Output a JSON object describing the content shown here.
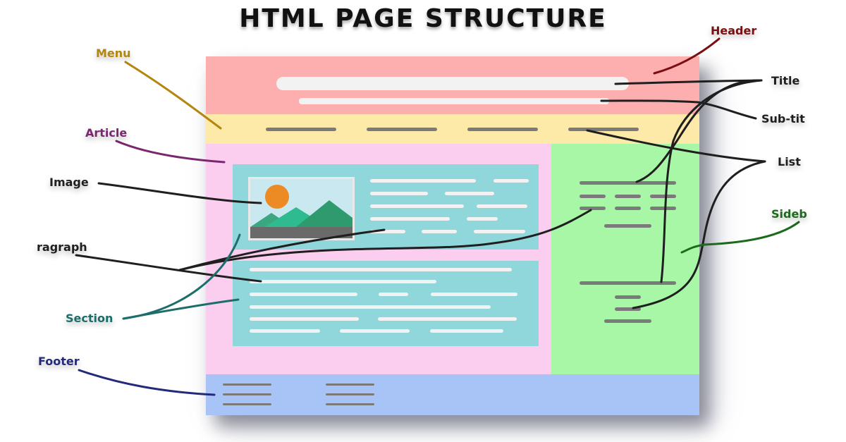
{
  "title": "HTML PAGE STRUCTURE",
  "colors": {
    "header": "#fdaeae",
    "menu": "#fde9a8",
    "article": "#fbcdef",
    "sidebar": "#a8f7a6",
    "footer": "#a8c4f7",
    "section": "#90d7dc",
    "line_dark": "#7a7a7a",
    "line_light": "#f2f2f2"
  },
  "labels": {
    "header": "Header",
    "menu": "Menu",
    "article": "Article",
    "image": "Image",
    "paragraph": "ragraph",
    "section": "Section",
    "footer": "Footer",
    "title": "Title",
    "subtitle": "Sub-tit",
    "list": "List",
    "sidebar": "Sideb"
  },
  "icons": [
    "image-placeholder-icon",
    "sun-icon",
    "mountain-icon"
  ]
}
